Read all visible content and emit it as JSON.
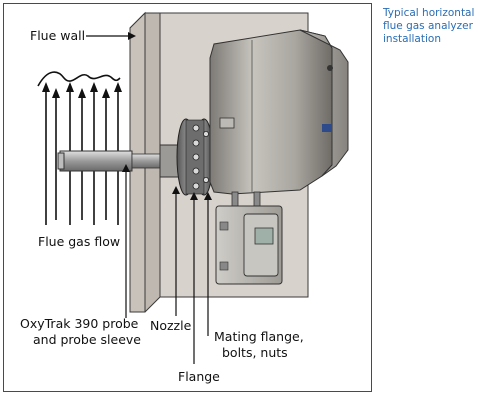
{
  "caption": "Typical horizontal flue gas analyzer installation",
  "labels": {
    "flue_wall": "Flue wall",
    "flue_gas_flow": "Flue gas flow",
    "probe_line1": "OxyTrak 390 probe",
    "probe_line2": "and probe sleeve",
    "nozzle": "Nozzle",
    "mating_line1": "Mating flange,",
    "mating_line2": "bolts, nuts",
    "flange": "Flange"
  },
  "colors": {
    "frame": "#2b4d8f",
    "caption": "#2a6db5",
    "wall": "#d8d2cc",
    "housing": "#a8a59f"
  }
}
